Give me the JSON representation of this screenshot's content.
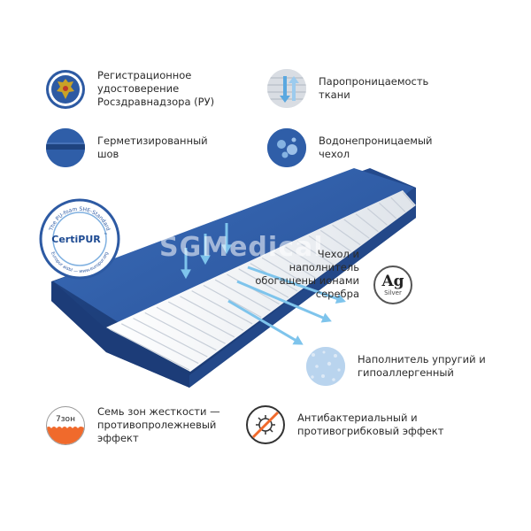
{
  "features": {
    "registration": "Регистрационное удостоверение Росздравнадзора (РУ)",
    "vapor": "Паропроницаемость ткани",
    "seam": "Герметизированный шов",
    "waterproof": "Водонепроницаемый чехол",
    "silver": "Чехол и наполнитель обогащены ионами серебра",
    "filler": "Наполнитель упругий и гипоаллергенный",
    "zones": "Семь зон жесткости — противопролежневый эффект",
    "antibacterial": "Антибактериальный и противогрибковый эффект"
  },
  "badges": {
    "silver_symbol": "Ag",
    "silver_word": "Silver",
    "zones_label": "7зон",
    "certipur_name": "CertiPUR",
    "certipur_tm": "™",
    "certipur_top": "The PU-foam SHE-Standard",
    "certipur_bottom": "Europur aisbl — www.europur.org"
  },
  "watermark": "SGMedical",
  "colors": {
    "cover_blue": "#2f5ea8",
    "cover_dark": "#1f4585",
    "foam": "#f2f4f7",
    "arrow": "#7ec4ec",
    "zones_orange": "#f06a2c",
    "badge_blue": "#2d5aa3"
  }
}
